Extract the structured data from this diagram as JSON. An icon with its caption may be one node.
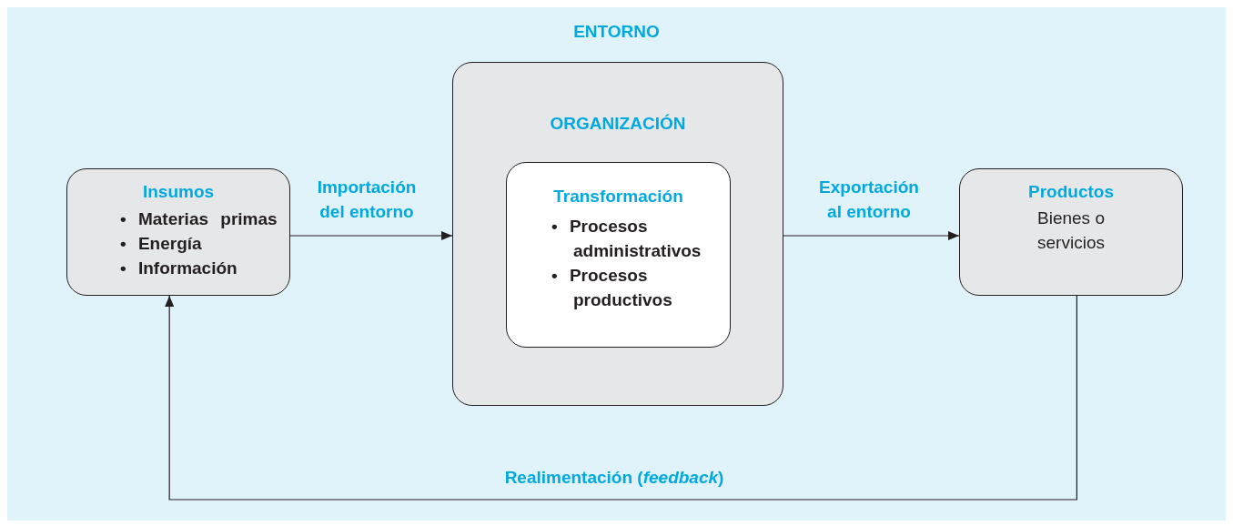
{
  "diagram": {
    "nodes": [
      {
        "text": [
          "ENTORNO"
        ]
      },
      {
        "text": [
          "Insumos",
          "• Materias primas",
          "• Energía",
          "• Información"
        ],
        "in": 0
      },
      {
        "text": [
          "ORGANIZACIÓN"
        ],
        "in": 0
      },
      {
        "text": [
          "Transformación",
          "• Procesos administrativos",
          "• Procesos productivos"
        ],
        "in": 2
      },
      {
        "text": [
          "Productos",
          "Bienes o servicios"
        ],
        "in": 0
      }
    ],
    "edges": [
      {
        "from": 1,
        "to": 2,
        "arrow": "to",
        "label": "Importación del entorno"
      },
      {
        "from": 2,
        "to": 4,
        "arrow": "to",
        "label": "Exportación al entorno"
      },
      {
        "from": 4,
        "to": 1,
        "arrow": "to",
        "label": "Realimentación (*feedback*)"
      }
    ]
  }
}
